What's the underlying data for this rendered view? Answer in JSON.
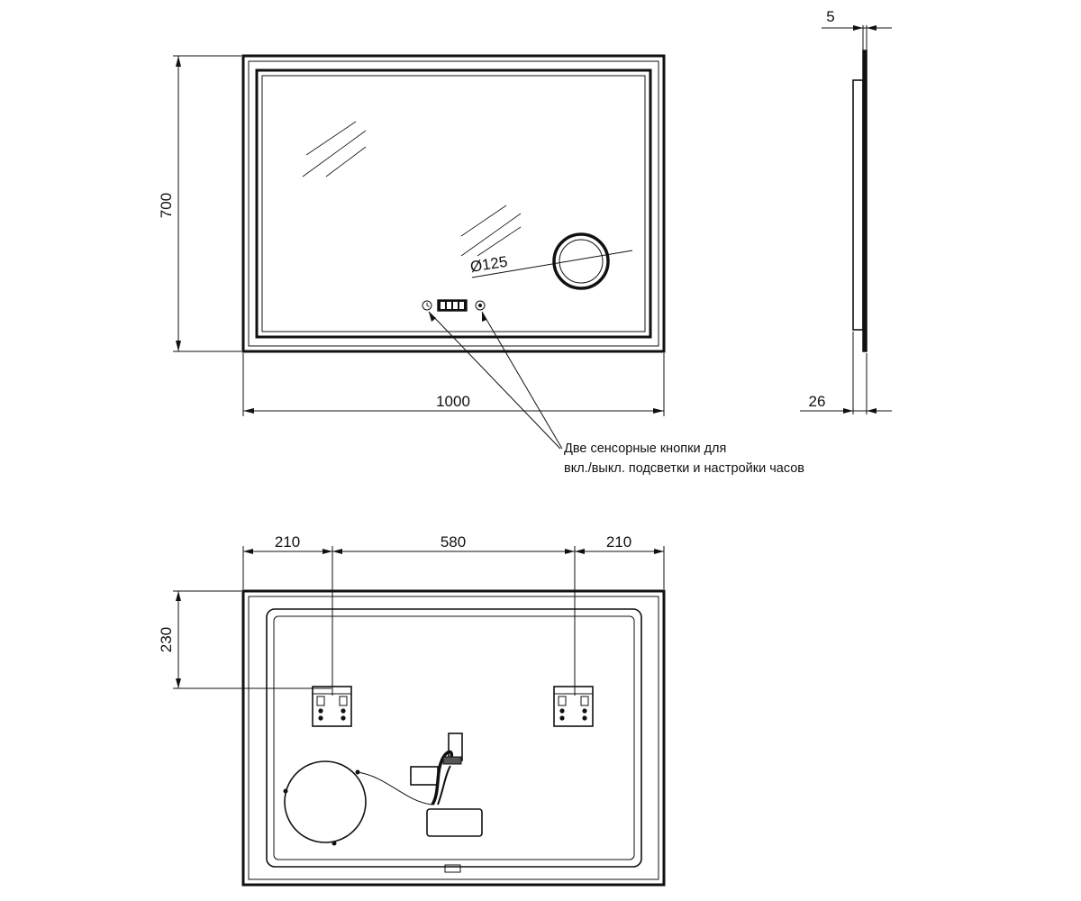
{
  "front_view": {
    "width_label": "1000",
    "height_label": "700",
    "magnifier_label": "Ø125"
  },
  "side_view": {
    "frame_depth_label": "5",
    "total_depth_label": "26"
  },
  "callout": {
    "line1": "Две сенсорные кнопки для",
    "line2": "вкл./выкл. подсветки и настройки часов"
  },
  "back_view": {
    "left_offset_label": "210",
    "center_spacing_label": "580",
    "right_offset_label": "210",
    "top_offset_label": "230"
  },
  "icons": [
    "clock-icon",
    "power-icon",
    "clock-display-icon"
  ]
}
